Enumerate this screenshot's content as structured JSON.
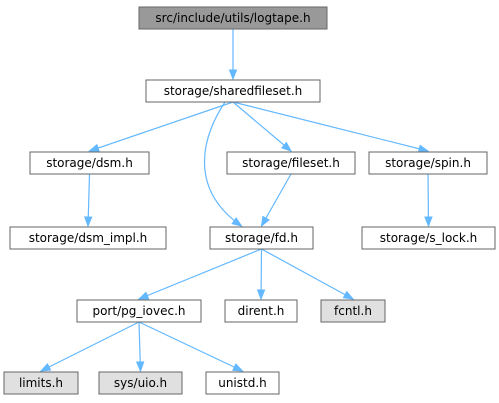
{
  "colors": {
    "root_fill": "#999999",
    "node_fill": "#ffffff",
    "system_fill": "#e0e0e0",
    "border": "#666666",
    "edge": "#63b8ff"
  },
  "nodes": {
    "logtape": {
      "label": "src/include/utils/logtape.h",
      "style": "root"
    },
    "sharedfileset": {
      "label": "storage/sharedfileset.h",
      "style": "normal"
    },
    "dsm": {
      "label": "storage/dsm.h",
      "style": "normal"
    },
    "fileset": {
      "label": "storage/fileset.h",
      "style": "normal"
    },
    "spin": {
      "label": "storage/spin.h",
      "style": "normal"
    },
    "dsm_impl": {
      "label": "storage/dsm_impl.h",
      "style": "normal"
    },
    "fd": {
      "label": "storage/fd.h",
      "style": "normal"
    },
    "s_lock": {
      "label": "storage/s_lock.h",
      "style": "normal"
    },
    "pg_iovec": {
      "label": "port/pg_iovec.h",
      "style": "normal"
    },
    "dirent": {
      "label": "dirent.h",
      "style": "normal"
    },
    "fcntl": {
      "label": "fcntl.h",
      "style": "system"
    },
    "limits": {
      "label": "limits.h",
      "style": "system"
    },
    "sys_uio": {
      "label": "sys/uio.h",
      "style": "system"
    },
    "unistd": {
      "label": "unistd.h",
      "style": "normal"
    }
  },
  "edges": [
    [
      "logtape",
      "sharedfileset"
    ],
    [
      "sharedfileset",
      "dsm"
    ],
    [
      "sharedfileset",
      "fileset"
    ],
    [
      "sharedfileset",
      "spin"
    ],
    [
      "sharedfileset",
      "fd"
    ],
    [
      "dsm",
      "dsm_impl"
    ],
    [
      "fileset",
      "fd"
    ],
    [
      "spin",
      "s_lock"
    ],
    [
      "fd",
      "pg_iovec"
    ],
    [
      "fd",
      "dirent"
    ],
    [
      "fd",
      "fcntl"
    ],
    [
      "pg_iovec",
      "limits"
    ],
    [
      "pg_iovec",
      "sys_uio"
    ],
    [
      "pg_iovec",
      "unistd"
    ]
  ]
}
